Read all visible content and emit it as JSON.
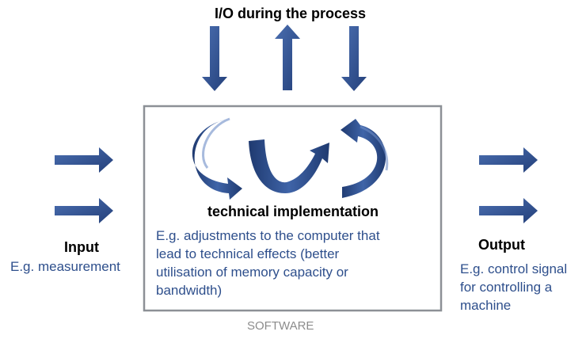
{
  "top_label": "I/O during the process",
  "center": {
    "title": "technical implementation",
    "description_lines": [
      "E.g. adjustments to the computer that",
      "lead to technical effects (better",
      "utilisation of memory capacity or",
      "bandwidth)"
    ],
    "box_caption": "SOFTWARE"
  },
  "input": {
    "title": "Input",
    "example": "E.g. measurement"
  },
  "output": {
    "title": "Output",
    "example_lines": [
      "E.g. control signal",
      "for controlling a",
      "machine"
    ]
  },
  "colors": {
    "arrow": "#2e4f8c",
    "box_border": "#8c9096",
    "description_text": "#2e4f8c",
    "caption_text": "#8c8c8c"
  },
  "icons": [
    "arrow-down-icon",
    "arrow-up-icon",
    "arrow-right-icon",
    "curved-arrow-icon"
  ]
}
